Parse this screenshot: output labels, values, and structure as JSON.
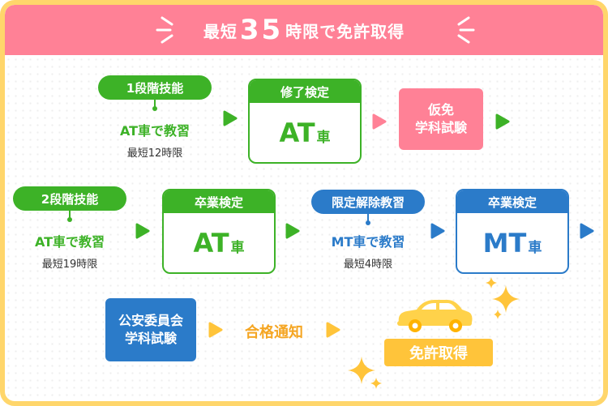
{
  "header": {
    "prefix": "最短",
    "number": "35",
    "suffix": "時限で免許取得"
  },
  "colors": {
    "pink": "#ff8196",
    "green": "#3db227",
    "blue": "#2b7bc9",
    "yellow": "#ffd24a",
    "gold": "#ffc43a"
  },
  "row1": {
    "stage_label": "1段階技能",
    "stage_text": "AT車で教習",
    "stage_min": "最短12時限",
    "card_title": "修了検定",
    "card_main": "AT",
    "card_sub": "車",
    "exam_line1": "仮免",
    "exam_line2": "学科試験"
  },
  "row2": {
    "stage_label": "2段階技能",
    "stage_text": "AT車で教習",
    "stage_min": "最短19時限",
    "card_title": "卒業検定",
    "card_main": "AT",
    "card_sub": "車",
    "limited_label": "限定解除教習",
    "limited_text": "MT車で教習",
    "limited_min": "最短4時限",
    "card2_title": "卒業検定",
    "card2_main": "MT",
    "card2_sub": "車"
  },
  "row3": {
    "exam_line1": "公安委員会",
    "exam_line2": "学科試験",
    "notice": "合格通知",
    "license": "免許取得"
  },
  "icons": [
    "burst-icon",
    "arrow-right-icon",
    "car-icon",
    "sparkle-icon"
  ]
}
